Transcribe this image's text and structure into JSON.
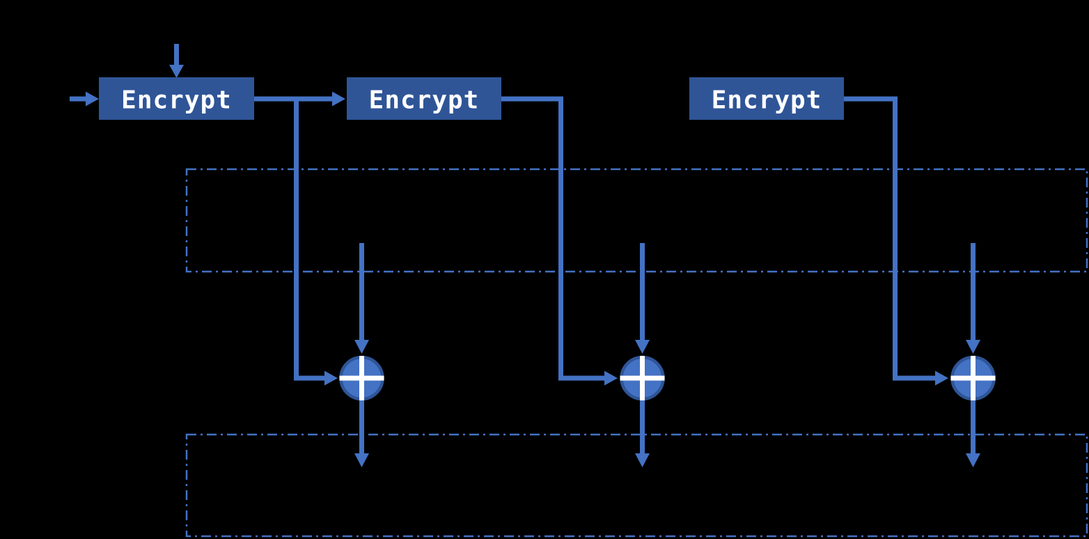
{
  "diagram": {
    "title": "block-cipher-mode-encryption-flow",
    "background": "#000000",
    "colors": {
      "background": "#000000",
      "box_fill": "#2F5597",
      "arrow": "#4472C4",
      "xor_fill": "#4472C4",
      "xor_border": "#2F5597",
      "xor_cross": "#FFFFFF",
      "dashed_border": "#4472C4",
      "label_text": "#FFFFFF"
    },
    "blocks": [
      {
        "label": "Encrypt"
      },
      {
        "label": "Encrypt"
      },
      {
        "label": "Encrypt"
      }
    ],
    "icons": {
      "xor": "circle-plus-xor",
      "arrow": "solid-arrowhead"
    },
    "regions": [
      {
        "name": "top-dashed-region",
        "style": "dash-dot-rectangle"
      },
      {
        "name": "bottom-dashed-region",
        "style": "dash-dot-rectangle"
      }
    ],
    "xor_nodes": [
      {
        "name": "xor-1"
      },
      {
        "name": "xor-2"
      },
      {
        "name": "xor-3"
      }
    ]
  }
}
